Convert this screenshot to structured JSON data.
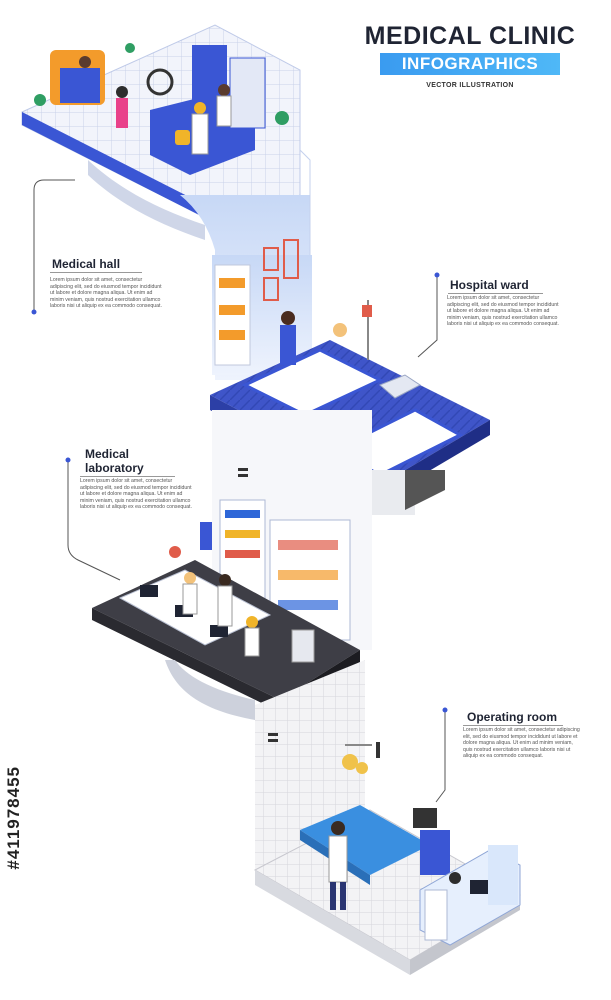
{
  "header": {
    "title": "MEDICAL CLINIC",
    "badge": "INFOGRAPHICS",
    "subtitle": "VECTOR ILLUSTRATION"
  },
  "sections": {
    "medical_hall": {
      "label": "Medical hall",
      "text": "Lorem ipsum dolor sit amet, consectetur adipiscing elit, sed do eiusmod tempor incididunt ut labore et dolore magna aliqua. Ut enim ad minim veniam, quis nostrud exercitation ullamco laboris nisi ut aliquip ex ea commodo consequat."
    },
    "hospital_ward": {
      "label": "Hospital ward",
      "text": "Lorem ipsum dolor sit amet, consectetur adipiscing elit, sed do eiusmod tempor incididunt ut labore et dolore magna aliqua. Ut enim ad minim veniam, quis nostrud exercitation ullamco laboris nisi ut aliquip ex ea commodo consequat."
    },
    "medical_laboratory": {
      "label_line1": "Medical",
      "label_line2": "laboratory",
      "text": "Lorem ipsum dolor sit amet, consectetur adipiscing elit, sed do eiusmod tempor incididunt ut labore et dolore magna aliqua. Ut enim ad minim veniam, quis nostrud exercitation ullamco laboris nisi ut aliquip ex ea commodo consequat."
    },
    "operating_room": {
      "label": "Operating room",
      "text": "Lorem ipsum dolor sit amet, consectetur adipiscing elit, sed do eiusmod tempor incididunt ut labore et dolore magna aliqua. Ut enim ad minim veniam, quis nostrud exercitation ullamco laboris nisi ut aliquip ex ea commodo consequat."
    }
  },
  "watermark": "#411978455",
  "colors": {
    "accent_blue": "#3a56d4",
    "light_blue": "#e6effd",
    "floor_grey": "#3e3e46",
    "badge_blue": "#3a9bf0"
  }
}
